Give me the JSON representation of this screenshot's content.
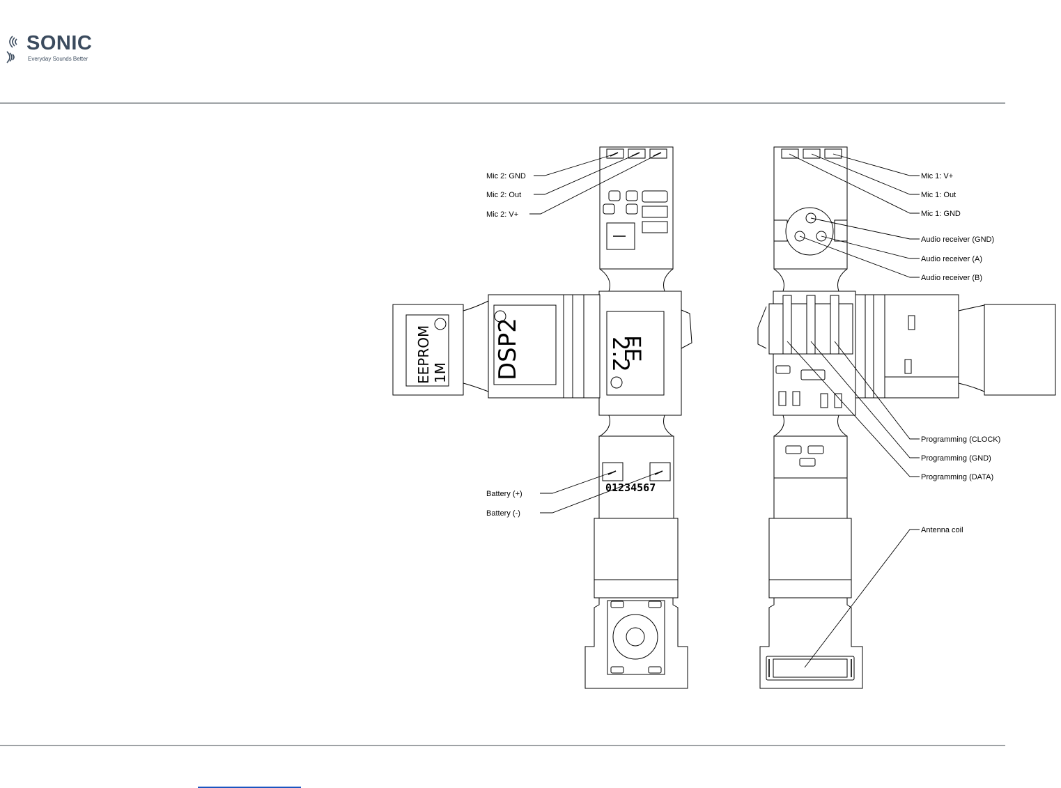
{
  "brand": {
    "name": "SONIC",
    "tagline": "Everyday Sounds Better",
    "icon": "sound-waves-icon"
  },
  "chips": {
    "eeprom_line1": "EEPROM",
    "eeprom_line2": "1M",
    "dsp": "DSP2",
    "fe_line1": "FE",
    "fe_line2": "2.2",
    "serial": "01234567"
  },
  "labels": {
    "mic2_gnd": "Mic 2: GND",
    "mic2_out": "Mic 2: Out",
    "mic2_vplus": "Mic 2: V+",
    "battery_plus": "Battery (+)",
    "battery_minus": "Battery (-)",
    "mic1_vplus": "Mic 1: V+",
    "mic1_out": "Mic 1: Out",
    "mic1_gnd": "Mic 1: GND",
    "audio_gnd": "Audio receiver (GND)",
    "audio_a": "Audio receiver (A)",
    "audio_b": "Audio receiver (B)",
    "prog_clock": "Programming (CLOCK)",
    "prog_gnd": "Programming (GND)",
    "prog_data": "Programming (DATA)",
    "antenna": "Antenna coil"
  },
  "colors": {
    "brand": "#3b4b5e",
    "rule": "#9ea2a5",
    "link": "#1b55c0"
  }
}
